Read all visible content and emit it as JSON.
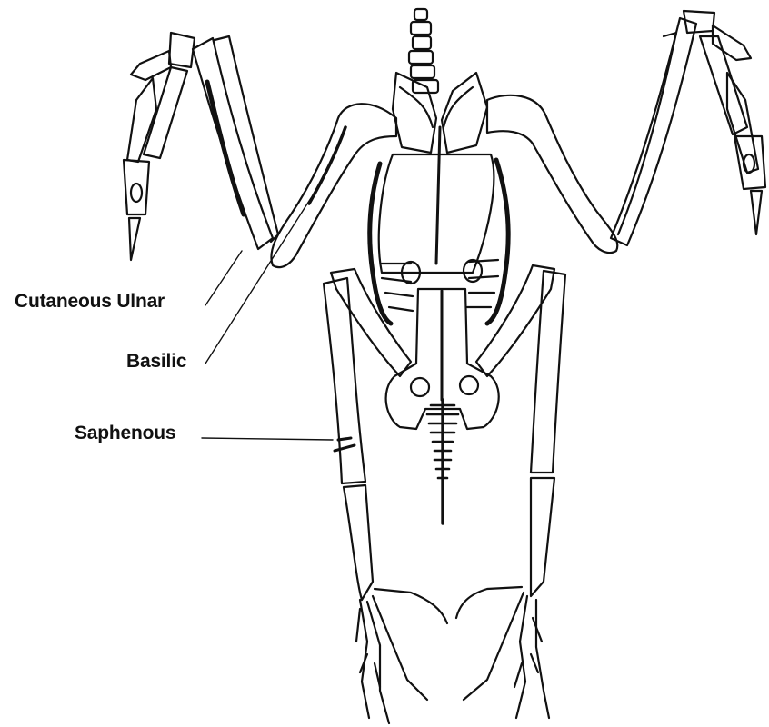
{
  "labels": {
    "cutaneous_ulnar": "Cutaneous Ulnar",
    "basilic": "Basilic",
    "saphenous": "Saphenous"
  },
  "colors": {
    "ink": "#111111",
    "background": "#ffffff"
  }
}
